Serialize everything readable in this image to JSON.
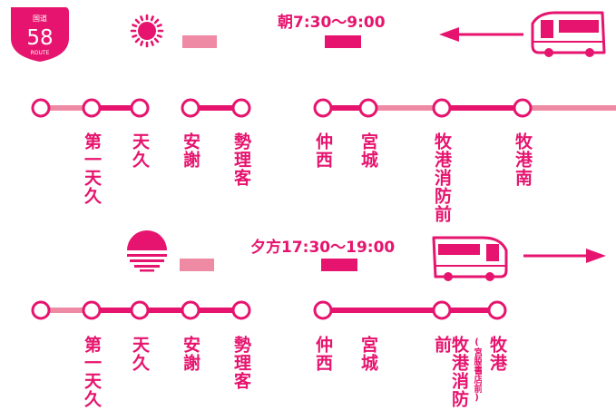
{
  "sign": {
    "top": "国道",
    "number": "58",
    "bottom": "ROUTE"
  },
  "colors": {
    "primary": "#e6146e",
    "light": "#ef8aa4"
  },
  "morning": {
    "time": "朝7:30〜9:00",
    "icon": "sun-icon",
    "stops": [
      "第一天久",
      "天久",
      "安謝",
      "勢理客",
      "仲西",
      "宮城",
      "牧港消防前",
      "牧港南"
    ]
  },
  "evening": {
    "time": "夕方17:30〜19:00",
    "icon": "sunset-icon",
    "stops": [
      "第一天久",
      "天久",
      "安謝",
      "勢理客",
      "仲西",
      "宮城",
      "牧港消防前",
      "牧港"
    ],
    "last_stop_note": "(宮脇書店前)"
  }
}
